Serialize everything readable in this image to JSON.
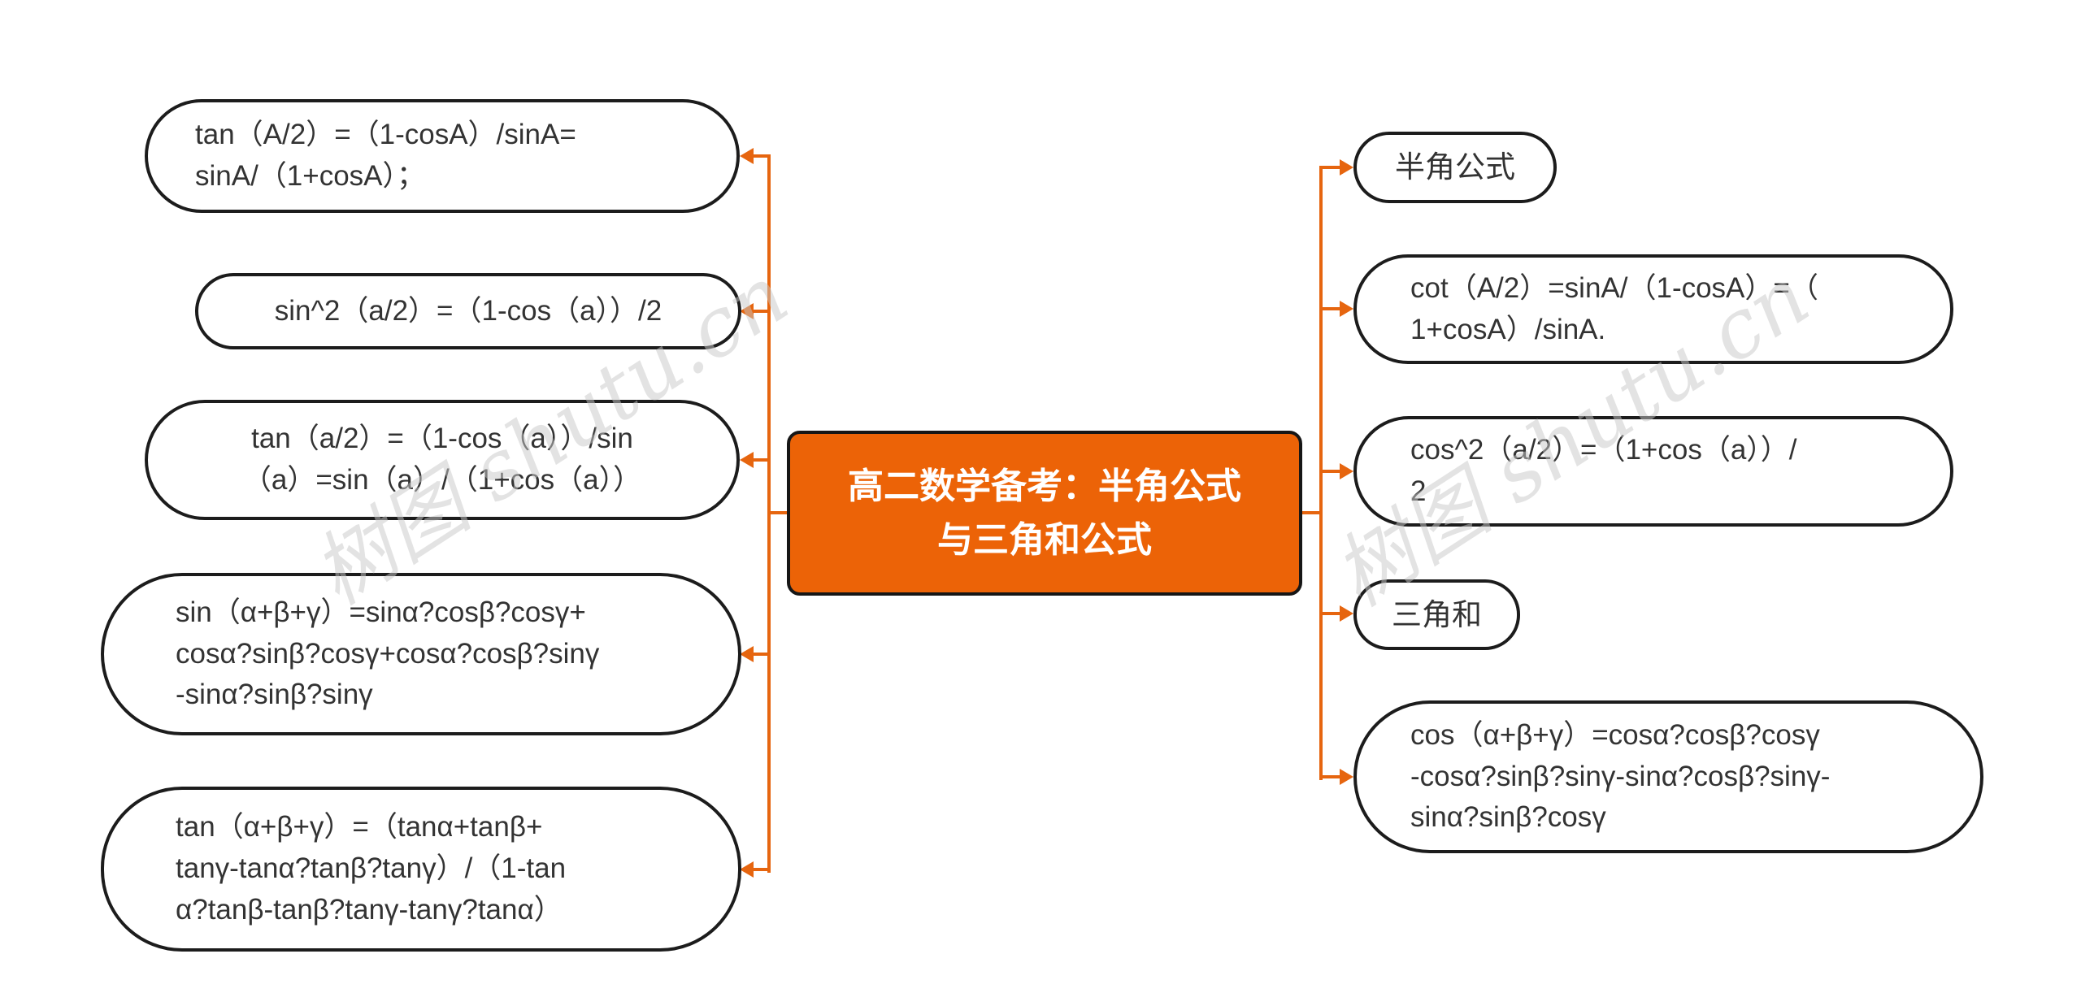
{
  "title": {
    "text": "高二数学备考：半角公式\n与三角和公式"
  },
  "left_branch": {
    "nodes": [
      {
        "text": "tan（A/2）=（1-cosA）/sinA=\nsinA/（1+cosA）；"
      },
      {
        "text": "sin^2（a/2）=（1-cos（a））/2"
      },
      {
        "text": "tan（a/2）=（1-cos（a））/sin\n（a）=sin（a）/（1+cos（a））"
      },
      {
        "text": "sin（α+β+γ）=sinα?cosβ?cosγ+\ncosα?sinβ?cosγ+cosα?cosβ?sinγ\n-sinα?sinβ?sinγ"
      },
      {
        "text": "tan（α+β+γ）=（tanα+tanβ+\ntanγ-tanα?tanβ?tanγ）/（1-tan\nα?tanβ-tanβ?tanγ-tanγ?tanα）"
      }
    ]
  },
  "right_branch": {
    "nodes": [
      {
        "text": "半角公式"
      },
      {
        "text": "cot（A/2）=sinA/（1-cosA）=（\n1+cosA）/sinA."
      },
      {
        "text": "cos^2（a/2）=（1+cos（a））/\n2"
      },
      {
        "text": "三角和"
      },
      {
        "text": "cos（α+β+γ）=cosα?cosβ?cosγ\n-cosα?sinβ?sinγ-sinα?cosβ?sinγ-\nsinα?sinβ?cosγ"
      }
    ]
  },
  "watermark": {
    "text": "树图 shutu.cn"
  },
  "colors": {
    "accent_orange": "#EC6307",
    "connector_orange": "#E6650F",
    "node_border": "#1C1C1C",
    "text_dark": "#333333",
    "watermark_gray": "#C9C9C9"
  }
}
